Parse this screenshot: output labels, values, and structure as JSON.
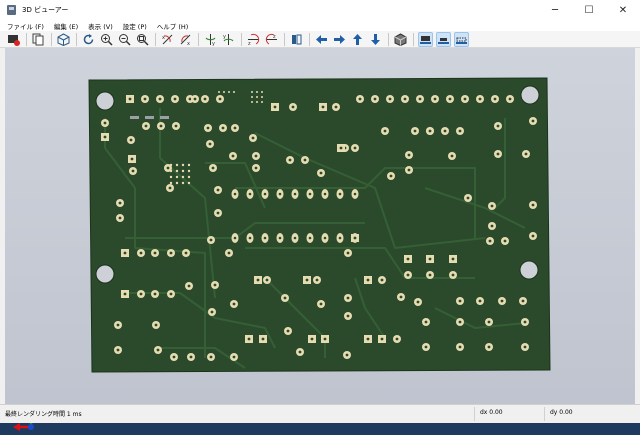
{
  "window": {
    "title": "3D ビューアー",
    "minimize": "─",
    "maximize": "☐",
    "close": "✕"
  },
  "menu": [
    {
      "label": "ファイル (F)"
    },
    {
      "label": "編集 (E)"
    },
    {
      "label": "表示 (V)"
    },
    {
      "label": "設定 (P)"
    },
    {
      "label": "ヘルプ (H)"
    }
  ],
  "toolbar": {
    "icons": [
      "render-raytrace-icon",
      "copy-icon",
      "view3d-icon",
      "reload-icon",
      "zoom-in-icon",
      "zoom-out-icon",
      "zoom-fit-icon",
      "rotate-x-cw-icon",
      "rotate-x-ccw-icon",
      "rotate-y-cw-icon",
      "rotate-y-ccw-icon",
      "rotate-z-cw-icon",
      "rotate-z-ccw-icon",
      "flip-board-icon",
      "pan-left-icon",
      "pan-right-icon",
      "pan-up-icon",
      "pan-down-icon",
      "orthographic-icon",
      "show-tht-icon",
      "show-smd-icon",
      "show-virtual-icon"
    ]
  },
  "pcb": {
    "board_color": "#2b4a2b",
    "pad_color": "#e6dcb2",
    "trace_color": "#355f35"
  },
  "status": {
    "render_time": "最終レンダリング時間 1 ms",
    "dx": "dx 0.00",
    "dy": "dy 0.00"
  }
}
